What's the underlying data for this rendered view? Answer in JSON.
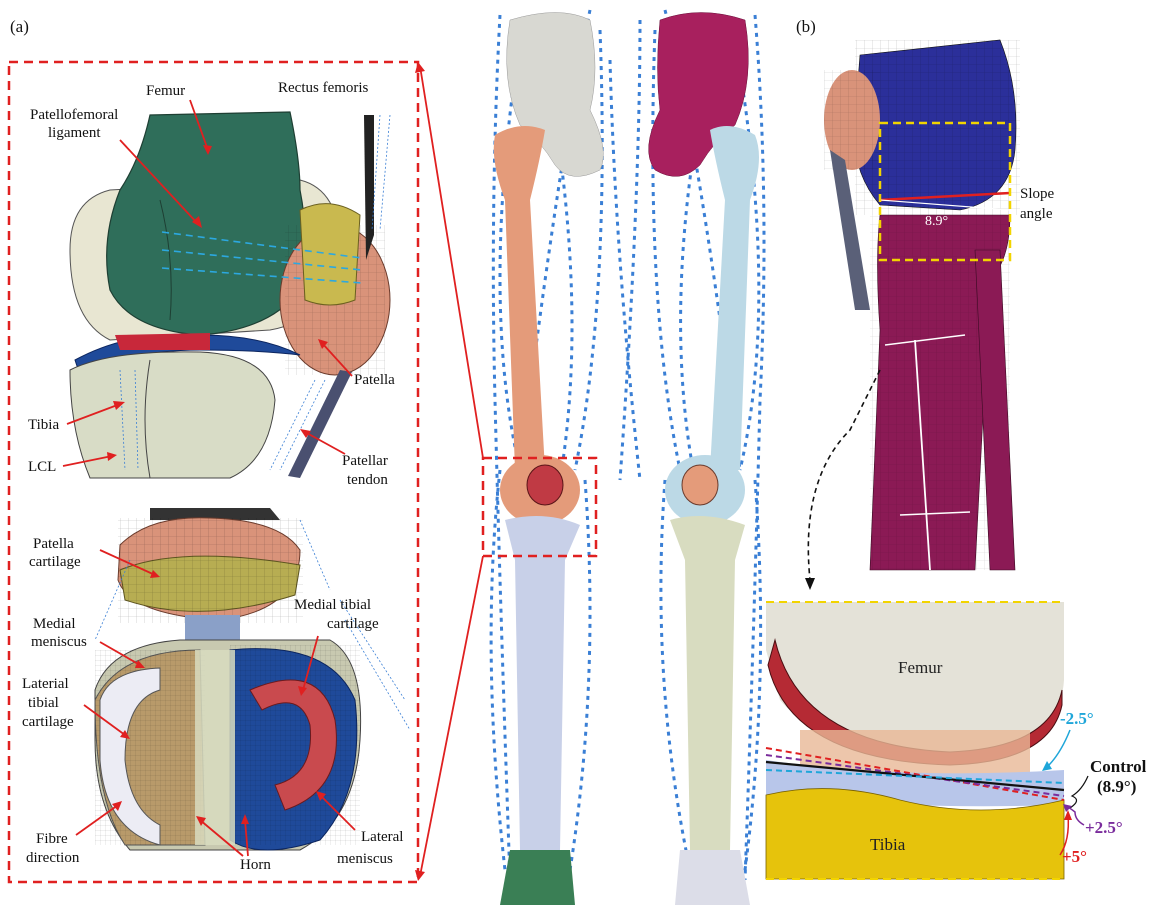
{
  "panel_a": {
    "tag": "(a)",
    "knee_labels": {
      "femur": "Femur",
      "rectus_femoris": "Rectus femoris",
      "patellofemoral_ligament_l1": "Patellofemoral",
      "patellofemoral_ligament_l2": "ligament",
      "patella": "Patella",
      "tibia": "Tibia",
      "lcl": "LCL",
      "patellar_tendon_l1": "Patellar",
      "patellar_tendon_l2": "tendon"
    },
    "cartilage_labels": {
      "patella_cartilage_l1": "Patella",
      "patella_cartilage_l2": "cartilage",
      "medial_tibial_cartilage_l1": "Medial tibial",
      "medial_tibial_cartilage_l2": "cartilage",
      "medial_meniscus_l1": "Medial",
      "medial_meniscus_l2": "meniscus",
      "lateral_tibial_cartilage_l1": "Laterial",
      "lateral_tibial_cartilage_l2": "tibial",
      "lateral_tibial_cartilage_l3": "cartilage",
      "fibre_direction_l1": "Fibre",
      "fibre_direction_l2": "direction",
      "horn": "Horn",
      "lateral_meniscus_l1": "Lateral",
      "lateral_meniscus_l2": "meniscus"
    }
  },
  "panel_b": {
    "tag": "(b)",
    "slope_l1": "Slope",
    "slope_l2": "angle",
    "slope_value": "8.9°",
    "zoom_labels": {
      "femur": "Femur",
      "tibia": "Tibia",
      "minus_2_5": "-2.5°",
      "control_l1": "Control",
      "control_l2": "(8.9°)",
      "plus_2_5": "+2.5°",
      "plus_5": "+5°"
    }
  },
  "colors": {
    "red_dash": "#e02020",
    "yellow_dash": "#f2d400",
    "ligament_blue": "#3a7fd5",
    "femur_green": "#2f6e5a",
    "femur_blue": "#2b2f9a",
    "tibia_magenta": "#8b1a55",
    "minus_2_5": "#1fa6d9",
    "plus_2_5": "#7a2c9c",
    "plus_5": "#e02020"
  }
}
